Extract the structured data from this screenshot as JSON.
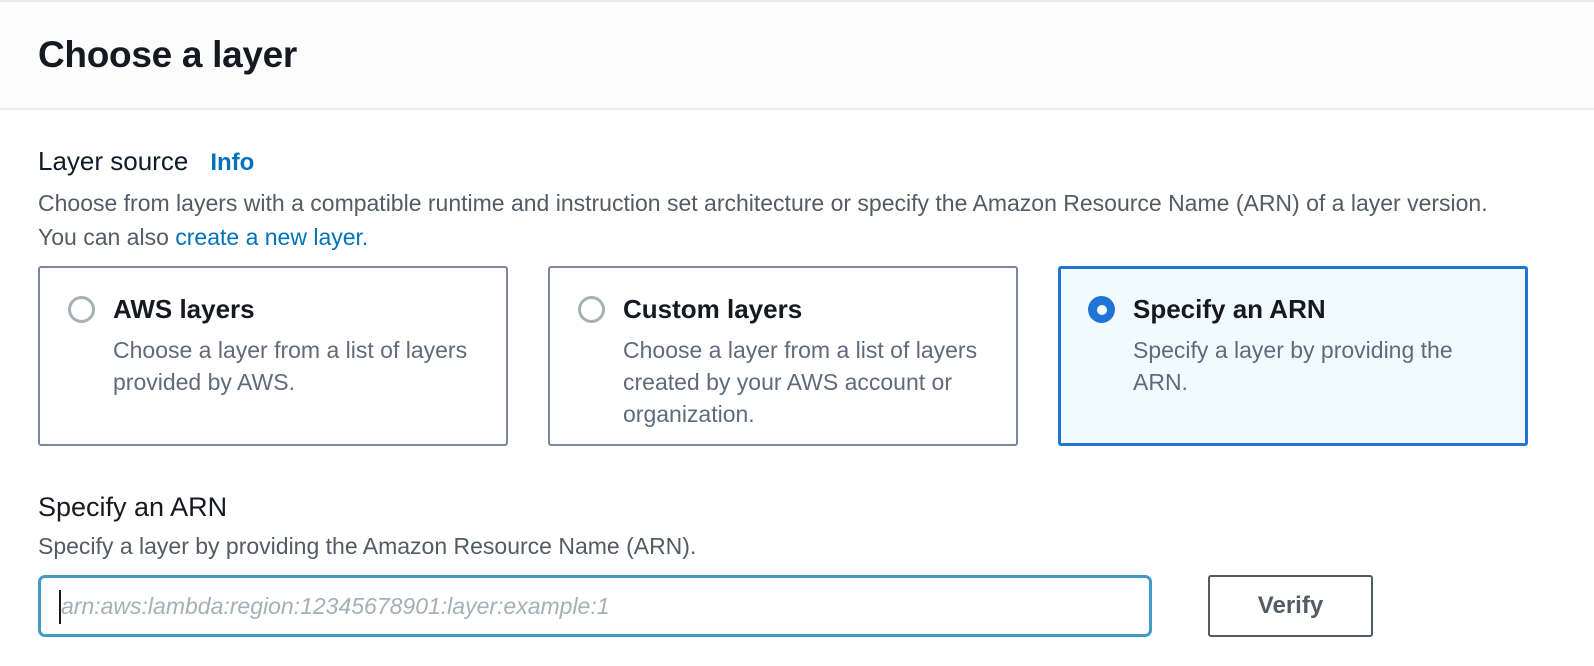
{
  "dialog": {
    "title": "Choose a layer"
  },
  "layer_source": {
    "label": "Layer source",
    "info_link_label": "Info",
    "description": "Choose from layers with a compatible runtime and instruction set architecture or specify the Amazon Resource Name (ARN) of a layer version. You can also",
    "create_layer_link_label": "create a new layer."
  },
  "layer_options": {
    "items": [
      {
        "title": "AWS layers",
        "description": "Choose a layer from a list of layers provided by AWS.",
        "selected": false
      },
      {
        "title": "Custom layers",
        "description": "Choose a layer from a list of layers created by your AWS account or organization.",
        "selected": false
      },
      {
        "title": "Specify an ARN",
        "description": "Specify a layer by providing the ARN.",
        "selected": true
      }
    ]
  },
  "arn_form": {
    "heading": "Specify an ARN",
    "description": "Specify a layer by providing the Amazon Resource Name (ARN).",
    "input_value": "",
    "input_placeholder": "arn:aws:lambda:region:12345678901:layer:example:1",
    "verify_button_label": "Verify"
  },
  "colors": {
    "link_blue": "#0073bb",
    "selected_blue": "#2074d5",
    "selected_card_bg": "#f1faff",
    "focused_input_border": "#449ac7",
    "text_dark": "#16191f",
    "text_gray": "#545b64",
    "divider": "#eaeded"
  }
}
